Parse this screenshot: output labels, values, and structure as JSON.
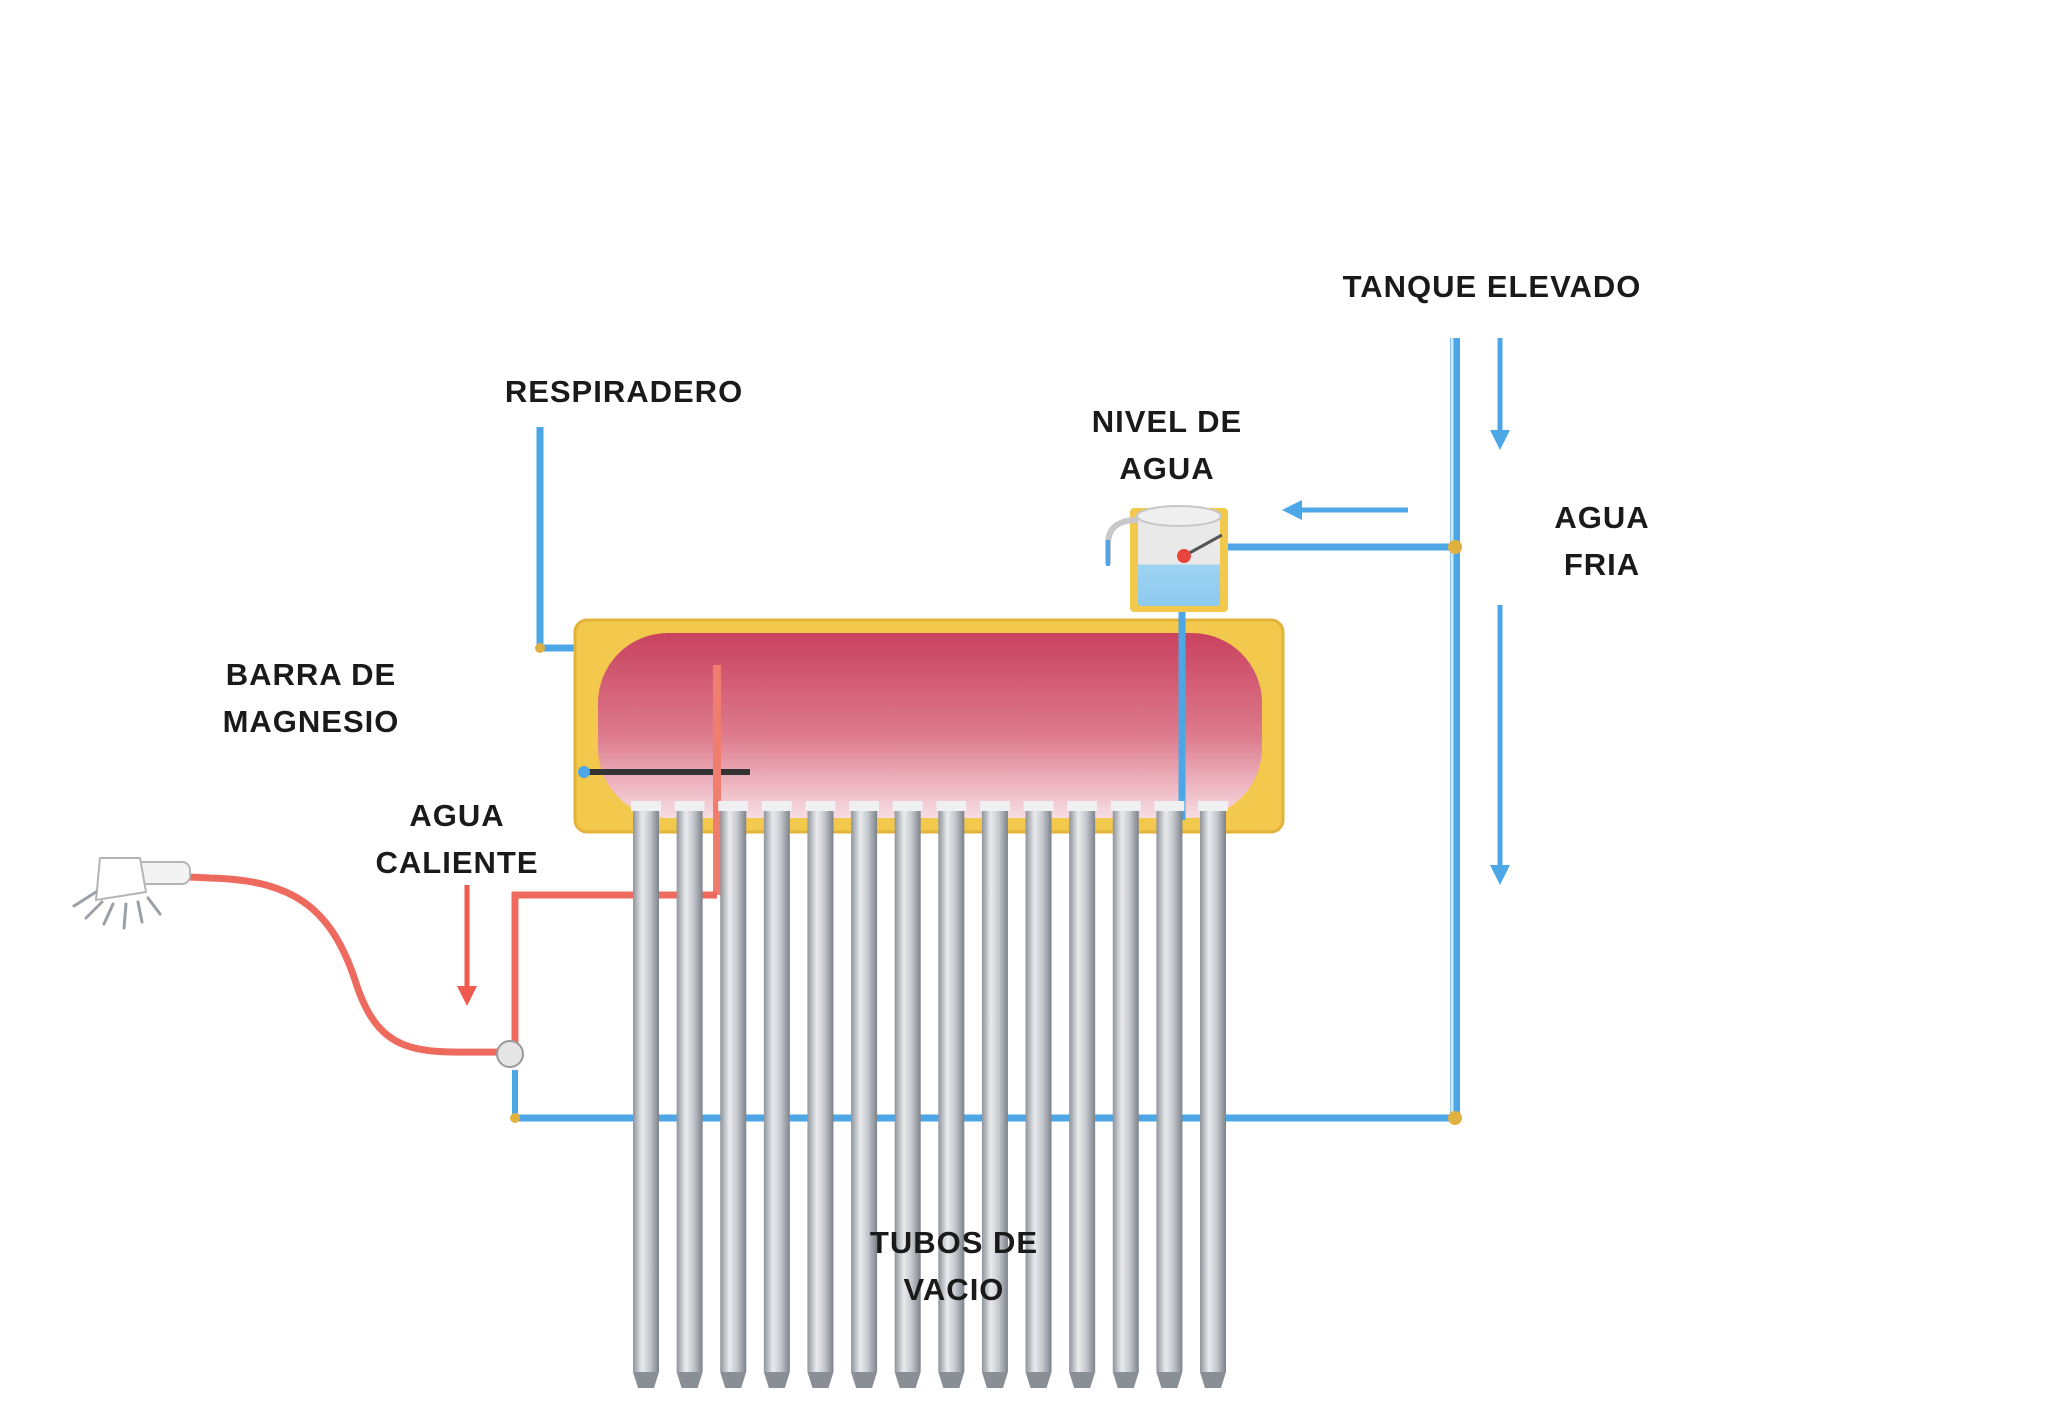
{
  "labels": {
    "tanque_elevado": "TANQUE ELEVADO",
    "respiradero": "RESPIRADERO",
    "nivel_de_agua": [
      "NIVEL DE",
      "AGUA"
    ],
    "agua_fria": [
      "AGUA",
      "FRIA"
    ],
    "barra_de_magnesio": [
      "BARRA DE",
      "MAGNESIO"
    ],
    "agua_caliente": [
      "AGUA",
      "CALIENTE"
    ],
    "tubos_de_vacio": [
      "TUBOS DE",
      "VACIO"
    ]
  },
  "colors": {
    "cold_water": "#4da6e6",
    "hot_water": "#ee6a5e",
    "tank_shell": "#f2c94c",
    "tank_body": "#d2506a",
    "tube": "#b8bcc2",
    "text": "#1a1a1a"
  },
  "vacuum_tube_count": 14,
  "icons": [
    "shower-head-icon",
    "float-valve-icon"
  ]
}
